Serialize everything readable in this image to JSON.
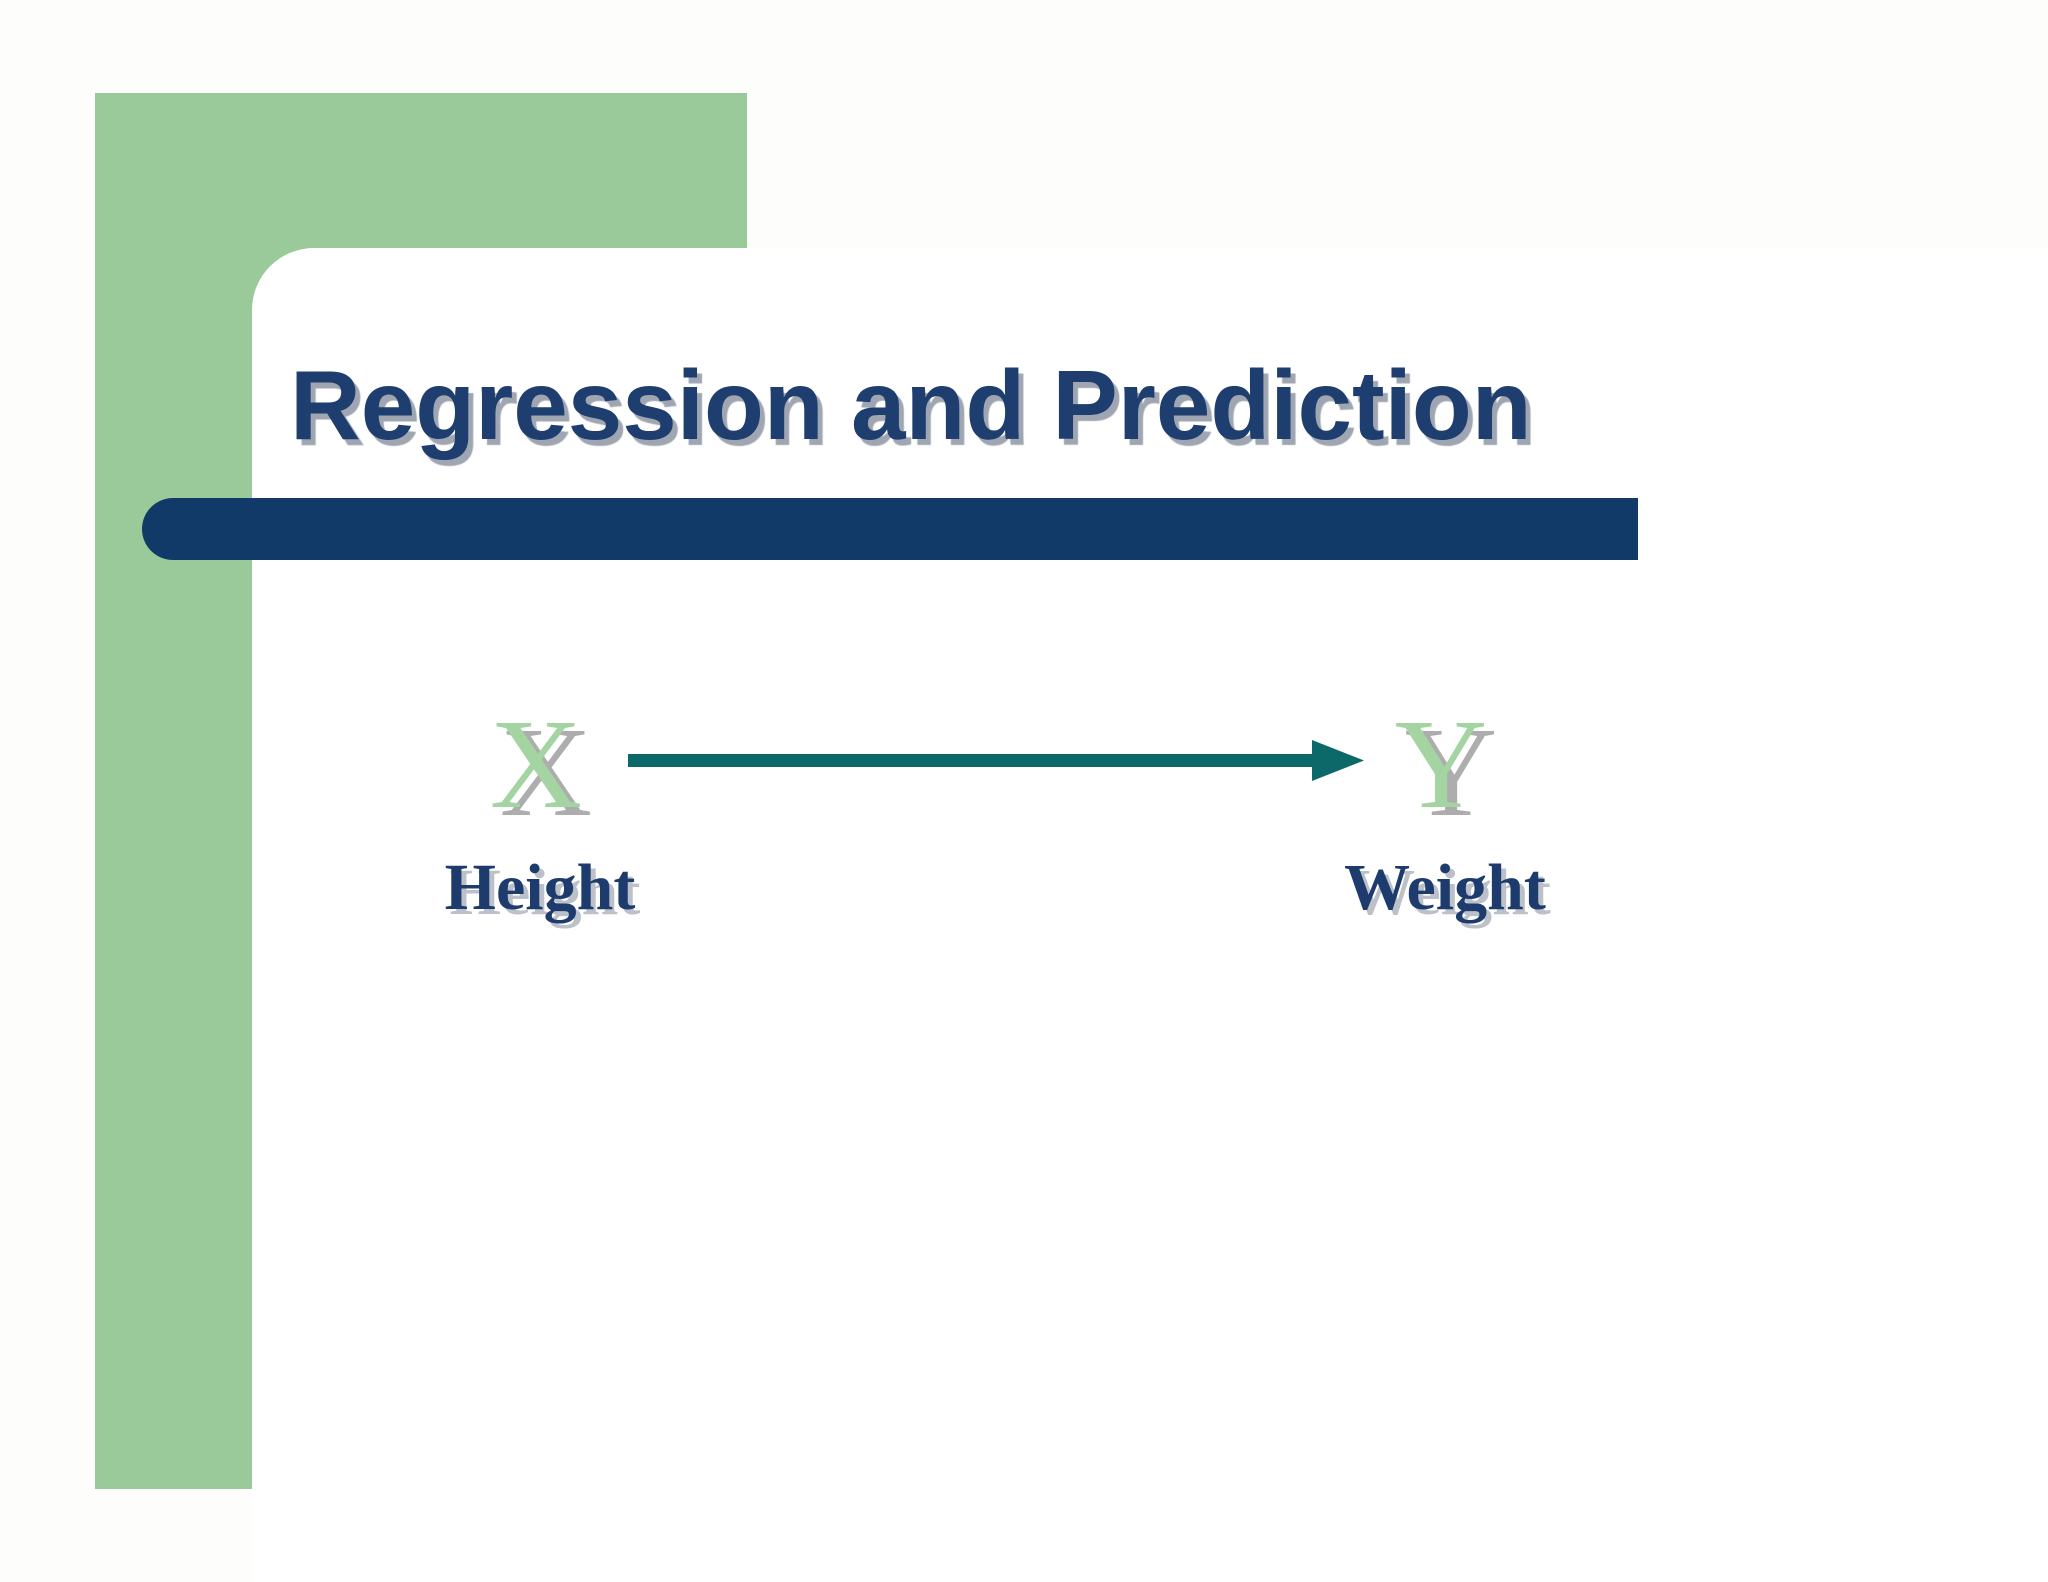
{
  "slide": {
    "title": "Regression and Prediction",
    "diagram": {
      "x_symbol": "X",
      "y_symbol": "Y",
      "x_label": "Height",
      "y_label": "Weight",
      "arrow": "arrow-right"
    }
  },
  "colors": {
    "green": "#9ACA99",
    "symbol_green": "#A3D4A1",
    "navy_bar": "#123A68",
    "title_navy": "#1D3E6F",
    "label_navy": "#1D3C6D",
    "arrow_teal": "#0B6A69",
    "shadow_gray": "#ADADAD",
    "title_shadow": "#9FA6B1",
    "label_shadow": "#BCC1C9"
  }
}
